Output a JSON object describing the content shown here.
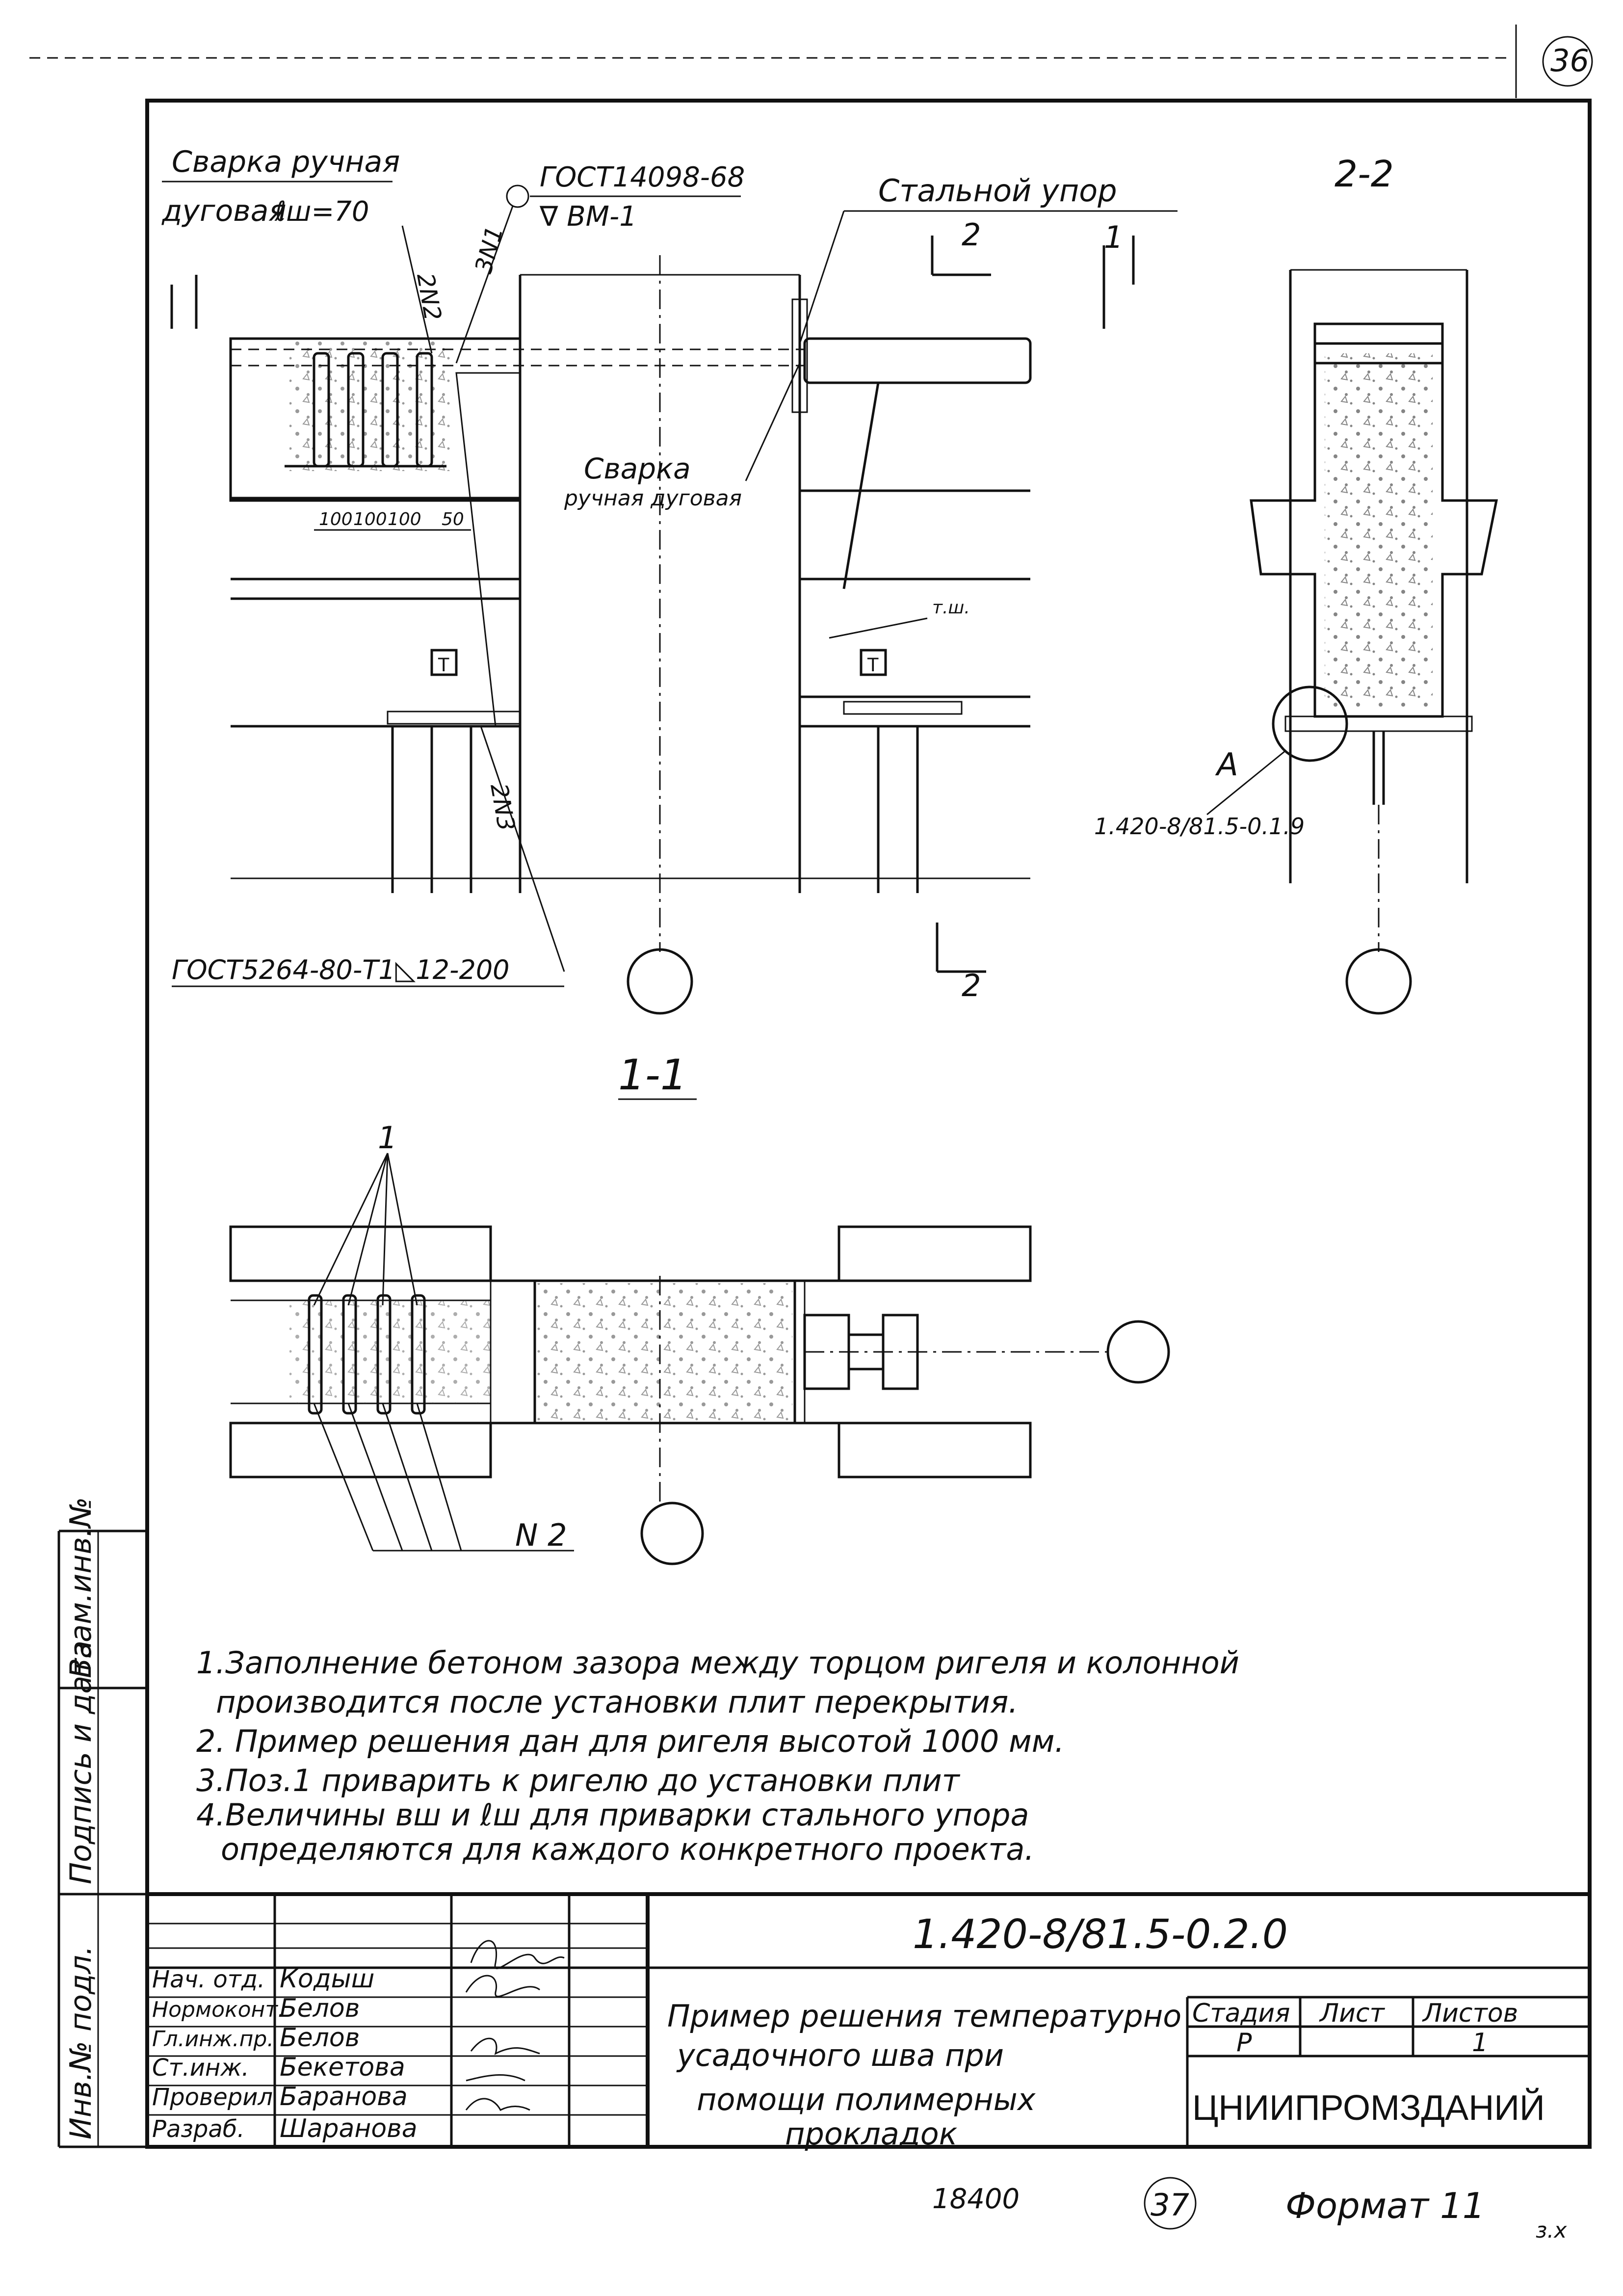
{
  "sheet": {
    "page_number_top": "36",
    "page_number_bottom": "37",
    "footer_code": "18400",
    "format_label": "Формат 11",
    "format_suffix": "з.х"
  },
  "labels": {
    "weld_manual_1": "Сварка ручная",
    "weld_manual_2": "дуговая",
    "weld_len": "ℓш=70",
    "gost_1": "ГОСТ14098-68",
    "gost_1_sub": "∇ ВМ-1",
    "steel_stop": "Стальной упор",
    "section_22": "2-2",
    "section_11_top": "1",
    "section_2_mark": "2",
    "pos_2n2": "2N2",
    "pos_3n1": "3N1",
    "pos_2n3": "2N3",
    "weld_2_line1": "Сварка",
    "weld_2_line2": "ручная дуговая",
    "dim_100_1": "100",
    "dim_100_2": "100",
    "dim_100_3": "100",
    "dim_50": "50",
    "t_mark_1": "T",
    "t_mark_2": "T",
    "tsh": "т.ш.",
    "node_a": "A",
    "node_a_ref": "1.420-8/81.5-0.1.9",
    "gost_2": "ГОСТ5264-80-Т1◺12-200",
    "section_11_title": "1-1",
    "pos_1": "1",
    "pos_n2": "N 2"
  },
  "notes": [
    "1.Заполнение бетоном зазора между торцом ригеля и колонной",
    "производится после установки плит перекрытия.",
    "2. Пример решения дан для ригеля высотой 1000 мм.",
    "3.Поз.1 приварить к ригелю до установки плит",
    "4.Величины вш и ℓш для приварки стального упора",
    "определяются для каждого конкретного проекта."
  ],
  "side_stamp": {
    "col1": "Взам.инв.№",
    "col2": "Подпись и дата",
    "col3": "Инв.№ подл."
  },
  "title_block": {
    "doc_code": "1.420-8/81.5-0.2.0",
    "title_lines": [
      "Пример решения температурно",
      "усадочного шва при",
      "помощи полимерных",
      "прокладок"
    ],
    "stage_header": "Стадия",
    "sheet_header": "Лист",
    "sheets_header": "Листов",
    "stage_value": "Р",
    "sheets_value": "1",
    "organization": "ЦНИИПРОМЗДАНИЙ",
    "staff": [
      {
        "role": "Нач. отд.",
        "name": "Кодыш"
      },
      {
        "role": "Нормоконт.",
        "name": "Белов"
      },
      {
        "role": "Гл.инж.пр.",
        "name": "Белов"
      },
      {
        "role": "Ст.инж.",
        "name": "Бекетова"
      },
      {
        "role": "Проверил",
        "name": "Баранова"
      },
      {
        "role": "Разраб.",
        "name": "Шаранова"
      }
    ]
  }
}
